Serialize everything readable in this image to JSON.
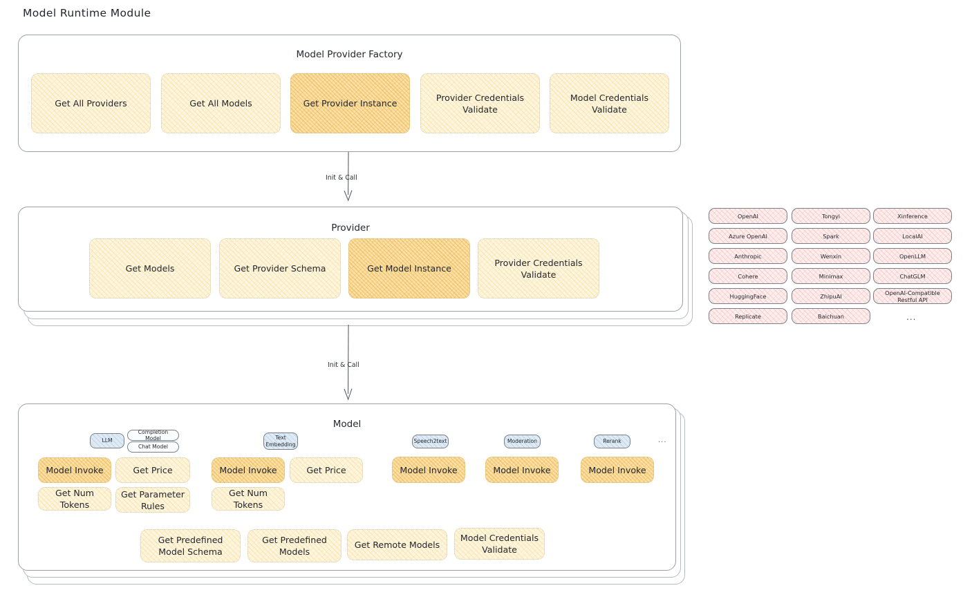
{
  "page": {
    "title": "Model Runtime Module"
  },
  "factory": {
    "title": "Model Provider Factory",
    "items": [
      {
        "label": "Get All Providers",
        "style": "pale"
      },
      {
        "label": "Get All Models",
        "style": "pale"
      },
      {
        "label": "Get Provider Instance",
        "style": "amber"
      },
      {
        "label": "Provider Credentials Validate",
        "style": "pale"
      },
      {
        "label": "Model Credentials Validate",
        "style": "pale"
      }
    ]
  },
  "arrows": [
    {
      "label": "Init & Call"
    },
    {
      "label": "Init & Call"
    }
  ],
  "provider": {
    "title": "Provider",
    "items": [
      {
        "label": "Get Models",
        "style": "pale"
      },
      {
        "label": "Get Provider Schema",
        "style": "pale"
      },
      {
        "label": "Get Model Instance",
        "style": "amber"
      },
      {
        "label": "Provider Credentials Validate",
        "style": "pale"
      }
    ]
  },
  "provider_list": {
    "columns": [
      [
        "OpenAI",
        "Azure OpenAI",
        "Anthropic",
        "Cohere",
        "HuggingFace",
        "Replicate"
      ],
      [
        "Tongyi",
        "Spark",
        "Wenxin",
        "Minimax",
        "ZhipuAI",
        "Baichuan"
      ],
      [
        "Xinference",
        "LocalAI",
        "OpenLLM",
        "ChatGLM",
        "OpenAI-Compatible Restful API"
      ]
    ],
    "more": "..."
  },
  "model": {
    "title": "Model",
    "more": "...",
    "types": [
      {
        "name": "LLM",
        "sub": [
          "Completion Model",
          "Chat Model"
        ],
        "methods": [
          {
            "label": "Model Invoke",
            "style": "amber"
          },
          {
            "label": "Get Price",
            "style": "pale"
          },
          {
            "label": "Get Num Tokens",
            "style": "pale"
          },
          {
            "label": "Get Parameter Rules",
            "style": "pale"
          }
        ]
      },
      {
        "name": "Text Embedding",
        "sub": [],
        "methods": [
          {
            "label": "Model Invoke",
            "style": "amber"
          },
          {
            "label": "Get Price",
            "style": "pale"
          },
          {
            "label": "Get Num Tokens",
            "style": "pale"
          }
        ]
      },
      {
        "name": "Speech2text",
        "sub": [],
        "methods": [
          {
            "label": "Model Invoke",
            "style": "amber"
          }
        ]
      },
      {
        "name": "Moderation",
        "sub": [],
        "methods": [
          {
            "label": "Model Invoke",
            "style": "amber"
          }
        ]
      },
      {
        "name": "Rerank",
        "sub": [],
        "methods": [
          {
            "label": "Model Invoke",
            "style": "amber"
          }
        ]
      }
    ],
    "common": [
      {
        "label": "Get Predefined Model Schema",
        "style": "pale"
      },
      {
        "label": "Get Predefined Models",
        "style": "pale"
      },
      {
        "label": "Get Remote Models",
        "style": "pale"
      },
      {
        "label": "Model Credentials Validate",
        "style": "pale"
      }
    ]
  },
  "colors": {
    "pale_fill": "#fdf5dd",
    "amber_fill": "#fae0a8",
    "pink_fill": "#fdeeee",
    "blue_fill": "#dfeaf4",
    "border": "#9aa0a6",
    "text": "#23272e"
  }
}
